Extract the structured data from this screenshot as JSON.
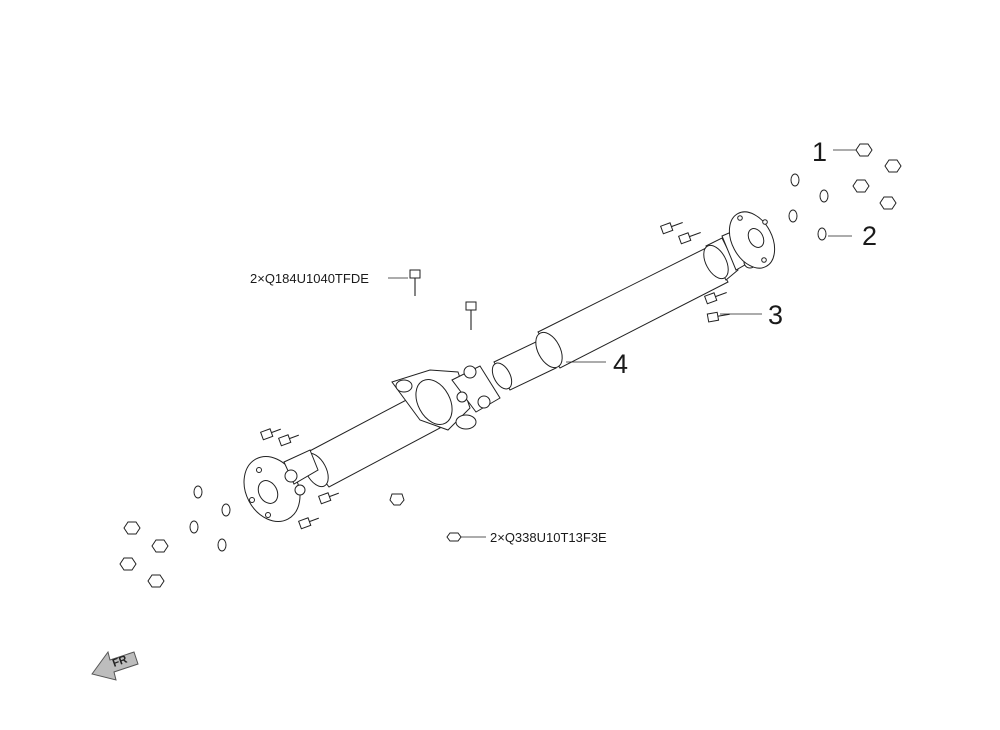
{
  "callouts": {
    "c1": "1",
    "c2": "2",
    "c3": "3",
    "c4": "4"
  },
  "part_notes": {
    "bolt_note": "2×Q184U1040TFDE",
    "nut_note": "2×Q338U10T13F3E"
  },
  "direction_label": "FR"
}
